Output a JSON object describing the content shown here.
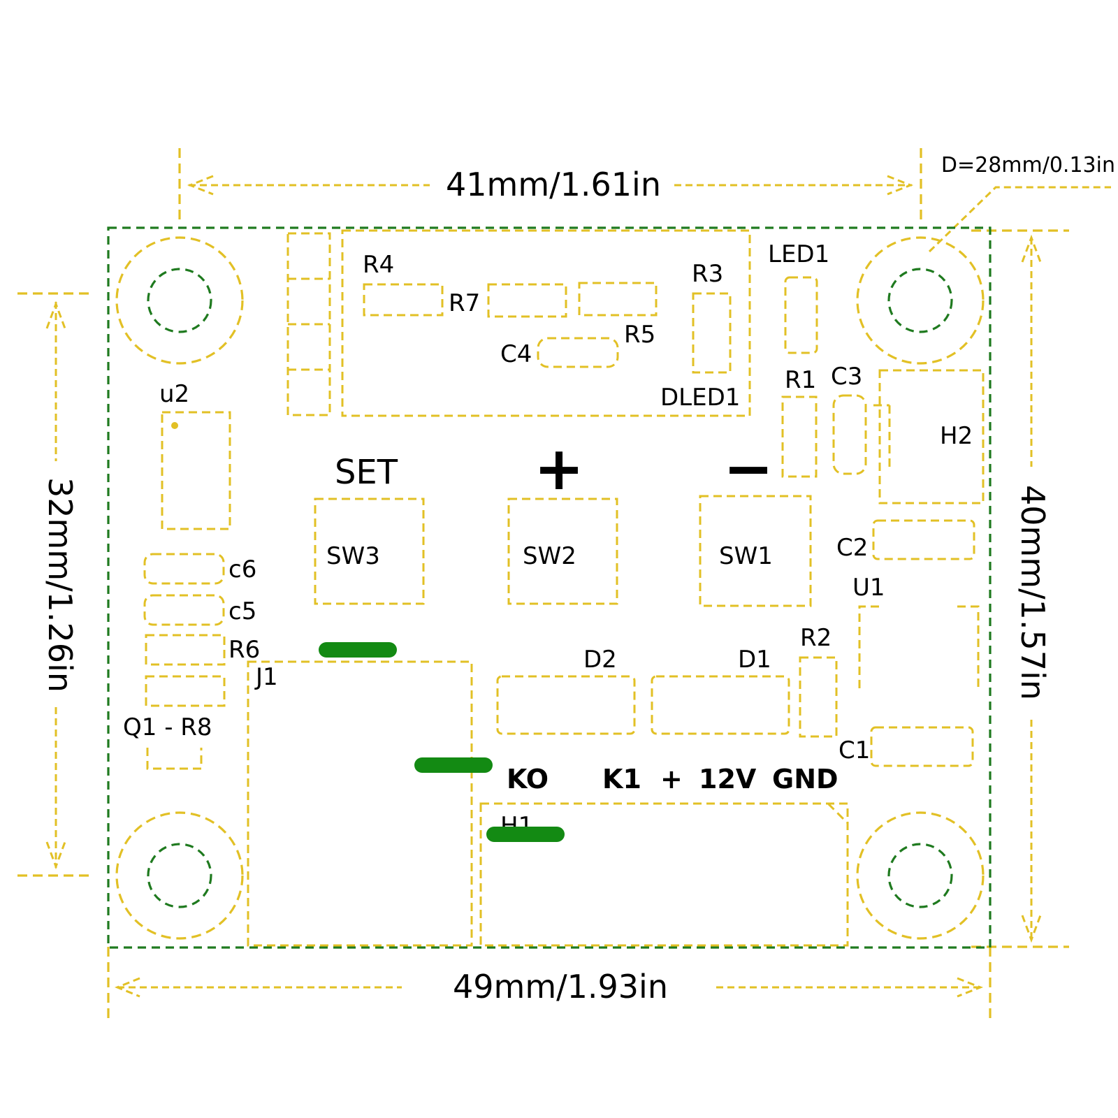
{
  "colors": {
    "outline": "#1F7A1F",
    "silkscreen": "#E2C025",
    "jumper": "#138A13",
    "text": "#000000"
  },
  "dimensions": {
    "hole_span": "41mm/1.61in",
    "hole_diameter": "D=28mm/0.13in",
    "board_height_holes": "32mm/1.26in",
    "board_height": "40mm/1.57in",
    "board_width": "49mm/1.93in"
  },
  "components": {
    "r4": "R4",
    "r7": "R7",
    "r5": "R5",
    "r3": "R3",
    "c4": "C4",
    "dled1": "DLED1",
    "led1": "LED1",
    "r1": "R1",
    "c3": "C3",
    "h2": "H2",
    "u2": "u2",
    "c6": "c6",
    "c5": "c5",
    "r6": "R6",
    "q1_r8": "Q1 - R8",
    "sw3": "SW3",
    "sw2": "SW2",
    "sw1": "SW1",
    "c2": "C2",
    "u1": "U1",
    "r2": "R2",
    "d2": "D2",
    "d1": "D1",
    "j1": "J1",
    "c1": "C1",
    "h1": "H1"
  },
  "buttons": {
    "set": "SET",
    "plus": "+",
    "minus": "−"
  },
  "terminals": {
    "ko": "KO",
    "k1": "K1",
    "plus": "+",
    "v12": "12V",
    "gnd": "GND"
  }
}
